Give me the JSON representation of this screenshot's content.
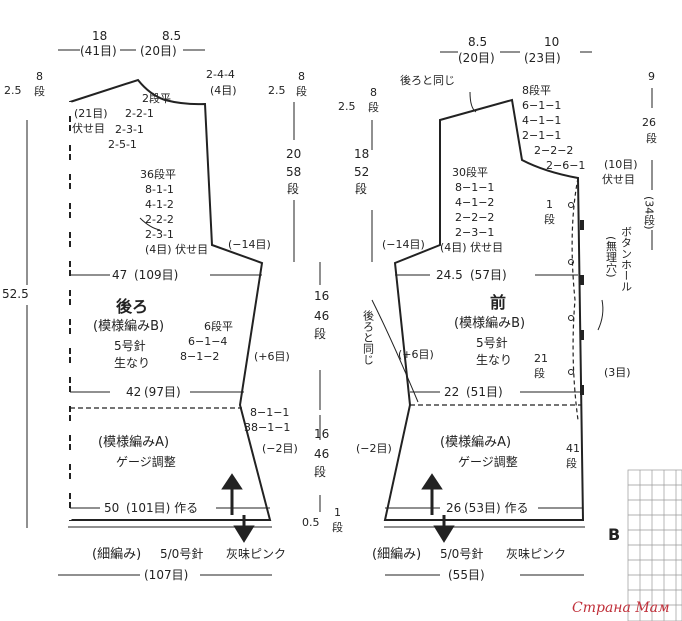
{
  "back": {
    "title": "後ろ",
    "pattern_b": "(模様編みB)",
    "needle": "5号針",
    "yarn": "生なり",
    "pattern_a": "(模様編みA)",
    "gauge": "ゲージ調整",
    "shoulder_w": "18",
    "shoulder_st": "(41目)",
    "neck_w": "8.5",
    "neck_st": "(20目)",
    "neck_dec_1": "2-4-4",
    "neck_dec_2": "(4目)",
    "neck_rows_a": "2段平",
    "neck_rows_b": "2-2-1",
    "neck_rows_c": "2-3-1",
    "neck_rows_d": "2-5-1",
    "neck_bind": "(21目)",
    "neck_bind2": "伏せ目",
    "shoulder_h": "2.5",
    "shoulder_h_rows": "8",
    "shoulder_h_rows_u": "段",
    "shoulder_h2": "2.5",
    "shoulder_h2_rows": "8",
    "shoulder_h2_u": "段",
    "arm_h": "20",
    "arm_rows": "58",
    "arm_rows_u": "段",
    "arm_dec_a": "36段平",
    "arm_dec_b": "8-1-1",
    "arm_dec_c": "4-1-2",
    "arm_dec_d": "2-2-2",
    "arm_dec_e": "2-3-1",
    "arm_bind": "(4目) 伏せ目",
    "arm_minus": "(−14目)",
    "bust_w": "47",
    "bust_st": "(109目)",
    "total_h": "52.5",
    "side_inc_a": "6段平",
    "side_inc_b": "6−1−4",
    "side_inc_c": "8−1−2",
    "side_plus": "(+6目)",
    "waist_w": "42",
    "waist_st": "(97目)",
    "hip_dec_a": "8−1−1",
    "hip_dec_b": "38−1−1",
    "hip_minus": "(−2目)",
    "hem_w": "50",
    "hem_st": "(101目) 作る",
    "mid_h": "16",
    "mid_rows": "46",
    "mid_u": "段",
    "low_h": "16",
    "low_rows": "46",
    "low_u": "段",
    "rib_h": "0.5",
    "rib_rows": "1",
    "rib_u": "段",
    "edging": "(細編み)",
    "edging_hook": "5/0号針",
    "edging_color": "灰味ピンク",
    "edging_st": "(107目)"
  },
  "front": {
    "title": "前",
    "pattern_b": "(模様編みB)",
    "needle": "5号針",
    "yarn": "生なり",
    "pattern_a": "(模様編みA)",
    "gauge": "ゲージ調整",
    "neck_w": "8.5",
    "neck_st": "(20目)",
    "front_w": "10",
    "front_st": "(23目)",
    "same_as_back": "後ろと同じ",
    "neck_a": "8段平",
    "neck_b": "6−1−1",
    "neck_c": "4−1−1",
    "neck_d": "2−1−1",
    "neck_e": "2−2−2",
    "neck_f": "2−6−1",
    "neck_bind": "(10目)",
    "neck_bind2": "伏せ目",
    "shoulder_h": "2.5",
    "shoulder_rows": "8",
    "shoulder_u": "段",
    "arm_h": "18",
    "arm_rows": "52",
    "arm_u": "段",
    "arm_a": "30段平",
    "arm_b": "8−1−1",
    "arm_c": "4−1−2",
    "arm_d": "2−2−2",
    "arm_e": "2−3−1",
    "arm_bind": "(4目) 伏せ目",
    "arm_minus": "(−14目)",
    "one_row": "1",
    "one_row_u": "段",
    "bust_w": "24.5",
    "bust_st": "(57目)",
    "same_as_back2": "後ろと同じ",
    "side_plus": "(+6目)",
    "row21": "21",
    "row21_u": "段",
    "waist_w": "22",
    "waist_st": "(51目)",
    "three_st": "(3目)",
    "hip_minus": "(−2目)",
    "row41": "41",
    "row41_u": "段",
    "hem_w": "26",
    "hem_st": "(53目) 作る",
    "edging": "(細編み)",
    "edging_hook": "5/0号針",
    "edging_color": "灰味ピンク",
    "edging_st": "(55目)",
    "buttonhole": "ボタンホール",
    "buttonhole2": "(無理穴)",
    "placket_h": "9",
    "placket_rows": "26",
    "placket_u": "段",
    "placket_rows2": "(34段)",
    "grid_label": "B"
  },
  "watermark": "Страна Мам"
}
